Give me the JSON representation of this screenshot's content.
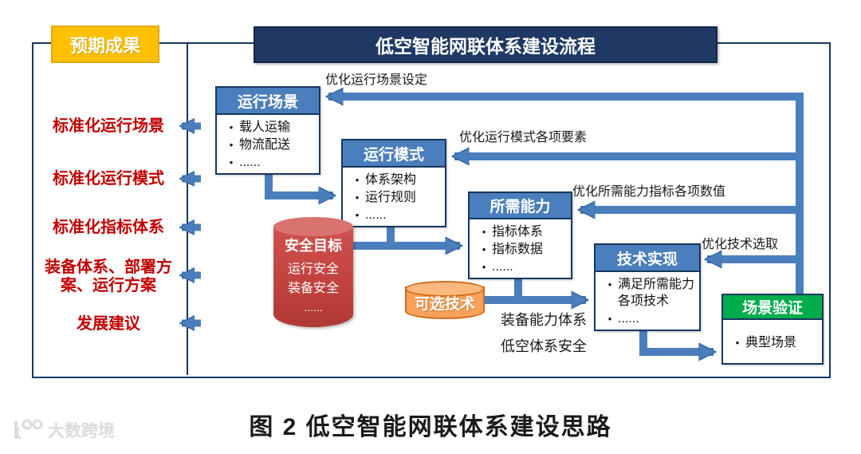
{
  "caption": "图 2 低空智能网联体系建设思路",
  "watermark": "大数跨境",
  "expected": {
    "title": "预期成果",
    "items": [
      "标准化运行场景",
      "标准化运行模式",
      "标准化指标体系",
      "装备体系、部署方案、运行方案",
      "发展建议"
    ]
  },
  "process": {
    "title": "低空智能网联体系建设流程",
    "boxes": [
      {
        "title": "运行场景",
        "items": [
          "载人运输",
          "物流配送",
          "......"
        ]
      },
      {
        "title": "运行模式",
        "items": [
          "体系架构",
          "运行规则",
          "......"
        ]
      },
      {
        "title": "所需能力",
        "items": [
          "指标体系",
          "指标数据",
          "......"
        ]
      },
      {
        "title": "技术实现",
        "items": [
          "满足所需能力各项技术",
          "......"
        ]
      },
      {
        "title": "场景验证",
        "items": [
          "典型场景"
        ]
      }
    ],
    "safety": {
      "title": "安全目标",
      "items": [
        "运行安全",
        "装备安全",
        "......"
      ]
    },
    "optional_tech": {
      "title": "可选技术"
    },
    "feedback": [
      "优化运行场景设定",
      "优化运行模式各项要素",
      "优化所需能力指标各项数值",
      "优化技术选取"
    ],
    "outputs": [
      "装备能力体系",
      "低空体系安全"
    ]
  },
  "colors": {
    "arrow_blue": "#4a7ebc",
    "navy": "#1f3864",
    "green": "#00ad4d",
    "gold": "#ffc000",
    "red_text": "#c00000",
    "cylinder_red": "#c2423e",
    "cylinder_orange": "#f9a159"
  }
}
